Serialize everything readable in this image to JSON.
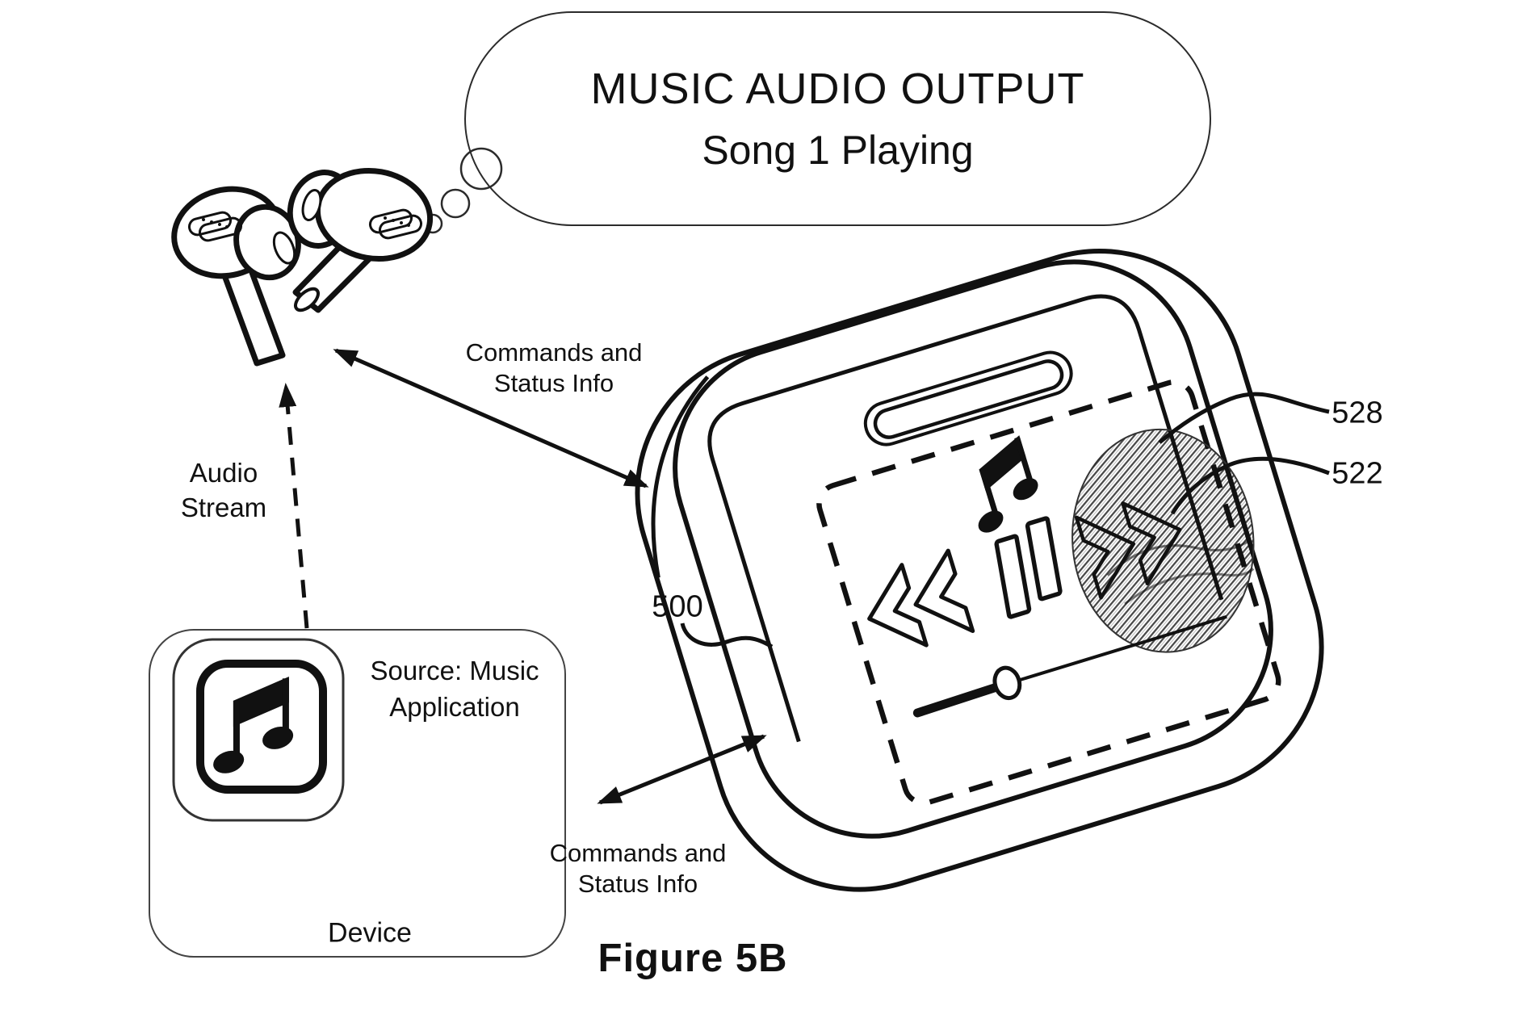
{
  "figure": {
    "caption": "Figure 5B"
  },
  "speech_bubble": {
    "line1": "MUSIC AUDIO OUTPUT",
    "line2": "Song 1 Playing"
  },
  "labels": {
    "commands_upper": {
      "line1": "Commands and",
      "line2": "Status Info"
    },
    "audio_stream": {
      "line1": "Audio",
      "line2": "Stream"
    },
    "commands_lower": {
      "line1": "Commands and",
      "line2": "Status Info"
    },
    "source": {
      "line1": "Source: Music",
      "line2": "Application"
    },
    "device": "Device"
  },
  "reference_numbers": {
    "case": "500",
    "display": "528",
    "touch_contact": "522"
  },
  "icons": {
    "earbuds": "wireless-earbuds-icon",
    "thought_bubble": "thought-bubble-icon",
    "music_app": "music-app-icon",
    "music_note": "music-note-icon",
    "rewind": "rewind-icon",
    "pause": "pause-icon",
    "fast_forward": "fast-forward-icon",
    "touch_area": "fingerprint-touch-icon",
    "slider": "progress-slider"
  },
  "colors": {
    "ink": "#111111",
    "background": "#ffffff"
  }
}
